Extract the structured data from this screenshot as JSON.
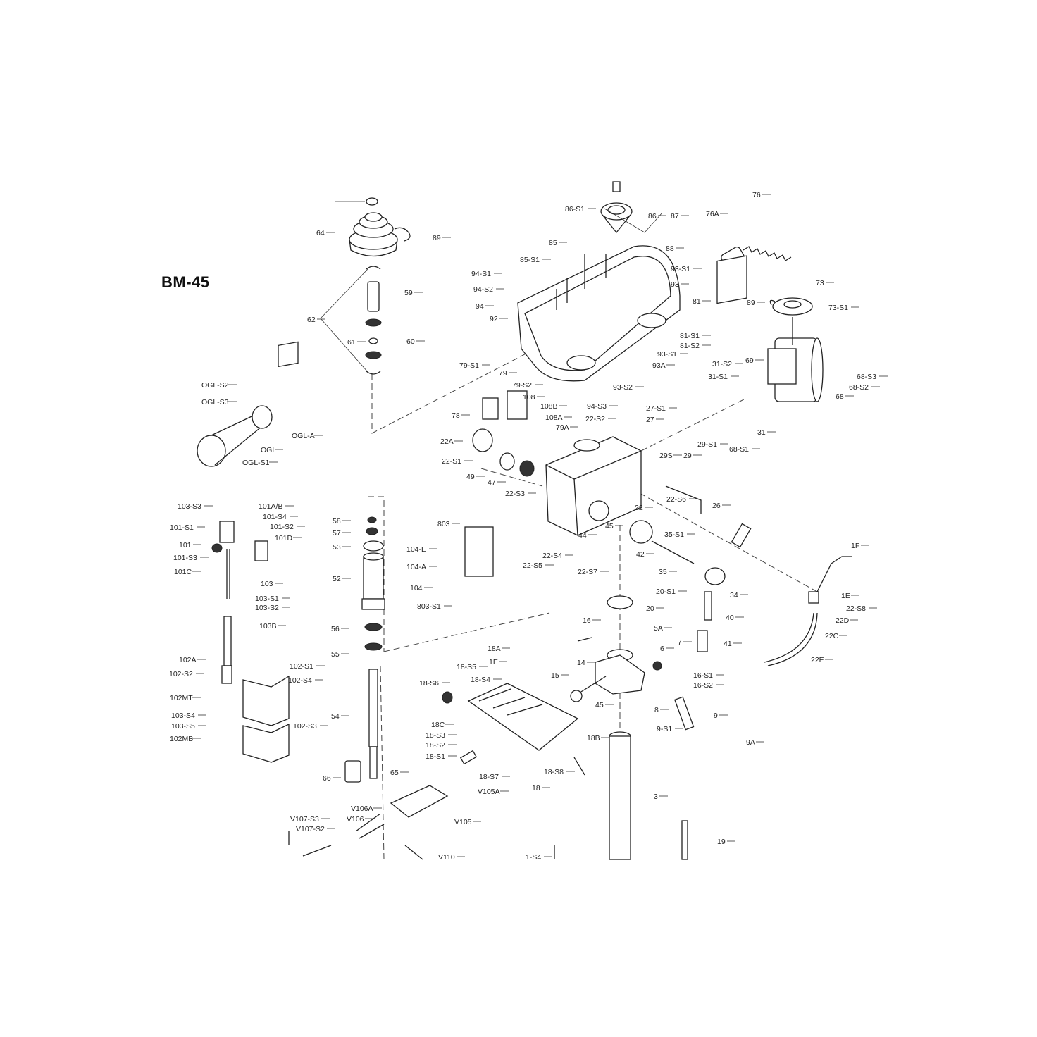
{
  "title": "BM-45",
  "part_labels": [
    "64",
    "89",
    "62",
    "59",
    "60",
    "61",
    "86-S1",
    "86",
    "87",
    "85",
    "85-S1",
    "88",
    "94-S1",
    "94-S2",
    "94",
    "92",
    "93-S1",
    "93",
    "81",
    "81-S1",
    "81-S2",
    "93-S1",
    "93A",
    "93-S2",
    "94-S3",
    "76A",
    "76",
    "73",
    "89",
    "73-S1",
    "69",
    "31-S2",
    "31-S1",
    "68-S3",
    "68-S2",
    "68",
    "31",
    "OGL-S2",
    "OGL-S3",
    "OGL-A",
    "OGL",
    "OGL-S1",
    "79-S1",
    "79",
    "79-S2",
    "108",
    "78",
    "108B",
    "108A",
    "79A",
    "22A",
    "22-S1",
    "49",
    "47",
    "22-S3",
    "22-S2",
    "27-S1",
    "27",
    "29-S1",
    "29",
    "29S",
    "68-S1",
    "26",
    "22-S6",
    "22",
    "103-S3",
    "101A/B",
    "101-S4",
    "101-S1",
    "101-S2",
    "101",
    "101D",
    "101-S3",
    "101C",
    "103",
    "103-S1",
    "103-S2",
    "103B",
    "102A",
    "102-S2",
    "102-S1",
    "102-S4",
    "102MT",
    "103-S4",
    "103-S5",
    "102-S3",
    "102MB",
    "58",
    "57",
    "53",
    "52",
    "56",
    "55",
    "54",
    "66",
    "65",
    "803",
    "104-E",
    "104-A",
    "104",
    "803-S1",
    "22-S4",
    "22-S5",
    "44",
    "45",
    "22-S7",
    "42",
    "35-S1",
    "35",
    "34",
    "40",
    "41",
    "1F",
    "1E",
    "22-S8",
    "22D",
    "22C",
    "22E",
    "20-S1",
    "20",
    "16",
    "5A",
    "14",
    "6",
    "7",
    "45",
    "16-S1",
    "16-S2",
    "8",
    "9-S1",
    "9",
    "9A",
    "18A",
    "1E",
    "15",
    "18-S5",
    "18-S6",
    "18-S4",
    "18C",
    "18-S3",
    "18-S2",
    "18-S1",
    "18B",
    "18-S8",
    "18-S7",
    "18",
    "V105A",
    "3",
    "19",
    "V105",
    "V106A",
    "V106",
    "V107-S3",
    "V107-S2",
    "V110",
    "1-S4"
  ],
  "colors": {
    "line": "#222222",
    "background": "#ffffff"
  }
}
